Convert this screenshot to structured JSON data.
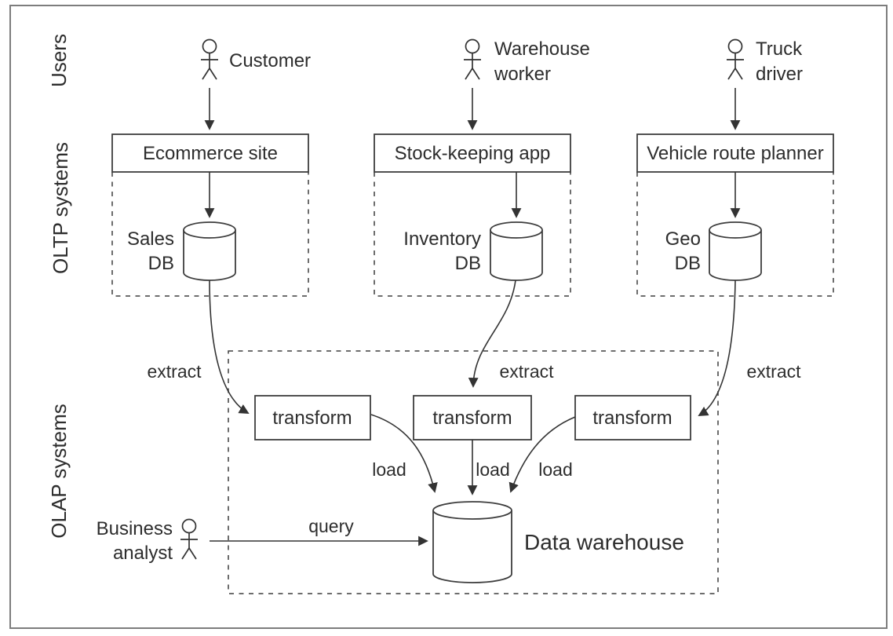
{
  "diagram": {
    "sections": {
      "users": "Users",
      "oltp": "OLTP systems",
      "olap": "OLAP systems"
    },
    "actors": {
      "customer": {
        "label": "Customer"
      },
      "warehouse_worker": {
        "line1": "Warehouse",
        "line2": "worker"
      },
      "truck_driver": {
        "line1": "Truck",
        "line2": "driver"
      },
      "business_analyst": {
        "line1": "Business",
        "line2": "analyst"
      }
    },
    "applications": {
      "ecommerce": "Ecommerce site",
      "stock_keeping": "Stock-keeping app",
      "route_planner": "Vehicle route planner"
    },
    "databases": {
      "sales": {
        "line1": "Sales",
        "line2": "DB"
      },
      "inventory": {
        "line1": "Inventory",
        "line2": "DB"
      },
      "geo": {
        "line1": "Geo",
        "line2": "DB"
      },
      "warehouse": {
        "label": "Data warehouse"
      }
    },
    "etl": {
      "extract1": "extract",
      "extract2": "extract",
      "extract3": "extract",
      "transform1": "transform",
      "transform2": "transform",
      "transform3": "transform",
      "load1": "load",
      "load2": "load",
      "load3": "load",
      "query": "query"
    },
    "colors": {
      "line": "#333333",
      "text": "#2d2d2d",
      "frame": "#7d7d7d",
      "background": "#ffffff"
    }
  }
}
